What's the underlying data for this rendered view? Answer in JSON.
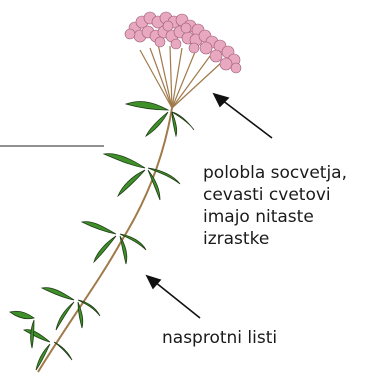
{
  "labels": {
    "inflorescence": [
      "polobla socvetja,",
      "cevasti cvetovi",
      "imajo nitaste",
      "izrastke"
    ],
    "leaves": "nasprotni listi"
  },
  "colors": {
    "stem": "#a07a4a",
    "leaf_fill": "#3f8f2a",
    "leaf_stroke": "#1f3d14",
    "flower_fill": "#e8a8c0",
    "flower_stroke": "#9b5a72",
    "arrow": "#111111"
  }
}
